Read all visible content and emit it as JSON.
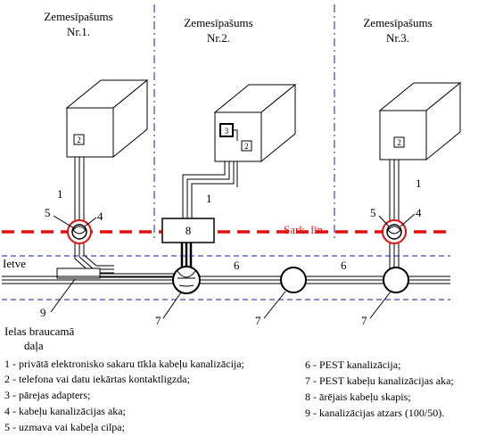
{
  "properties": [
    {
      "name": "Zemesīpašums",
      "number": "Nr.1."
    },
    {
      "name": "Zemesīpašums",
      "number": "Nr.2."
    },
    {
      "name": "Zemesīpašums",
      "number": "Nr.3."
    }
  ],
  "house_labels": {
    "house1": [
      "2"
    ],
    "house2": [
      "3",
      "2"
    ],
    "house3": [
      "2"
    ]
  },
  "callouts": {
    "c1_left": "1",
    "c5_left": "5",
    "c4_left": "4",
    "c1_mid": "1",
    "c8_box": "8",
    "red_line_label": "Sark. līn.",
    "c5_right": "5",
    "c4_right": "4",
    "c1_right": "1",
    "c6_a": "6",
    "c6_b": "6",
    "c9": "9",
    "c7_a": "7",
    "c7_b": "7",
    "c7_c": "7"
  },
  "zone_labels": {
    "sidewalk": "Ietve",
    "roadway_line1": "Ielas braucamā",
    "roadway_line2": "daļa"
  },
  "legend_left": [
    "1 - privātā elektronisko sakaru tīkla kabeļu kanalizācija;",
    "2 - telefona vai datu iekārtas kontaktligzda;",
    "3 - pārejas adapters;",
    "4 - kabeļu kanalizācijas aka;",
    "5 - uzmava vai kabeļa cilpa;"
  ],
  "legend_right": [
    "6 - PEST kanalizācija;",
    "7 - PEST kabeļu kanalizācijas aka;",
    "8 - ārējais kabeļu skapis;",
    "9 - kanalizācijas atzars (100/50)."
  ],
  "colors": {
    "divider": "#1a1aa8",
    "red_line": "#e01010",
    "ink": "#000000"
  }
}
